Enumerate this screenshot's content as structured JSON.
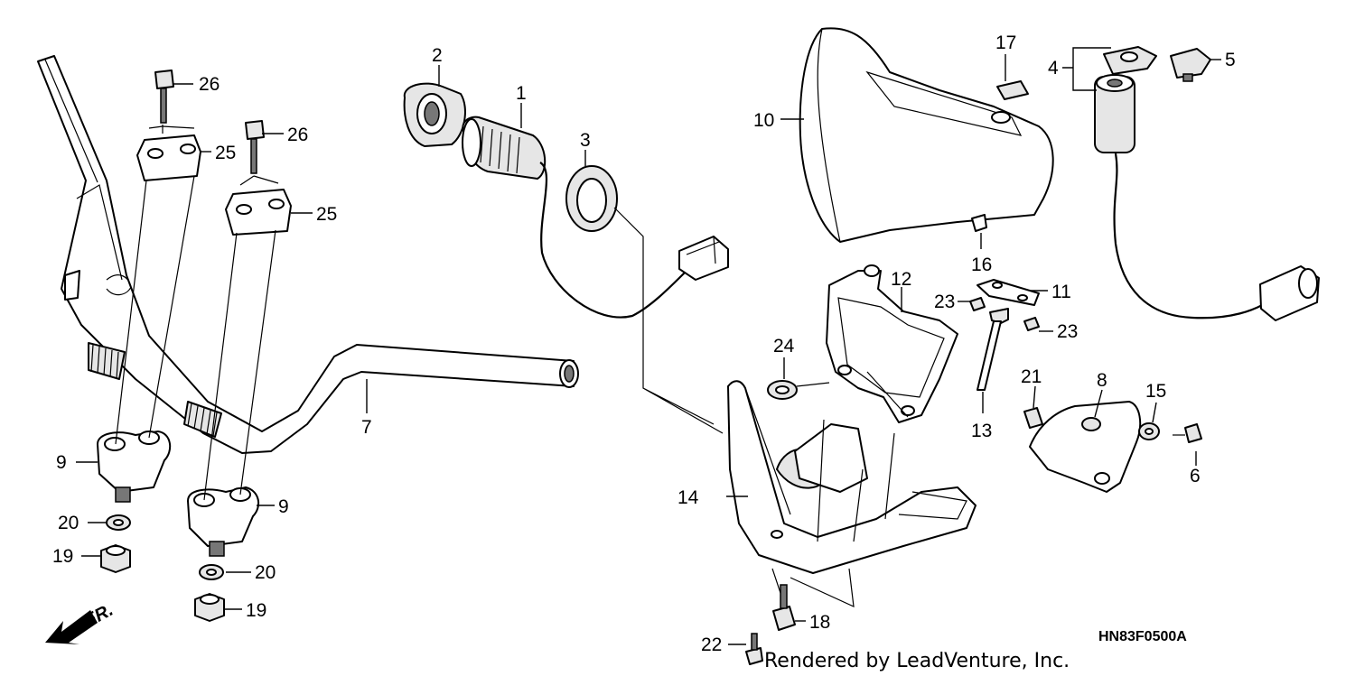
{
  "diagram": {
    "diagram_code": "HN83F0500A",
    "credit": "Rendered by LeadVenture, Inc.",
    "direction_label": "FR.",
    "callouts": [
      {
        "id": "c1",
        "label": "1"
      },
      {
        "id": "c2",
        "label": "2"
      },
      {
        "id": "c3",
        "label": "3"
      },
      {
        "id": "c4",
        "label": "4"
      },
      {
        "id": "c5",
        "label": "5"
      },
      {
        "id": "c6",
        "label": "6"
      },
      {
        "id": "c7",
        "label": "7"
      },
      {
        "id": "c8",
        "label": "8"
      },
      {
        "id": "c9a",
        "label": "9"
      },
      {
        "id": "c9b",
        "label": "9"
      },
      {
        "id": "c10",
        "label": "10"
      },
      {
        "id": "c11",
        "label": "11"
      },
      {
        "id": "c12",
        "label": "12"
      },
      {
        "id": "c13",
        "label": "13"
      },
      {
        "id": "c14",
        "label": "14"
      },
      {
        "id": "c15",
        "label": "15"
      },
      {
        "id": "c16",
        "label": "16"
      },
      {
        "id": "c17",
        "label": "17"
      },
      {
        "id": "c18",
        "label": "18"
      },
      {
        "id": "c19a",
        "label": "19"
      },
      {
        "id": "c19b",
        "label": "19"
      },
      {
        "id": "c20a",
        "label": "20"
      },
      {
        "id": "c20b",
        "label": "20"
      },
      {
        "id": "c21",
        "label": "21"
      },
      {
        "id": "c22",
        "label": "22"
      },
      {
        "id": "c23a",
        "label": "23"
      },
      {
        "id": "c23b",
        "label": "23"
      },
      {
        "id": "c24",
        "label": "24"
      },
      {
        "id": "c25a",
        "label": "25"
      },
      {
        "id": "c25b",
        "label": "25"
      },
      {
        "id": "c26a",
        "label": "26"
      },
      {
        "id": "c26b",
        "label": "26"
      }
    ]
  }
}
